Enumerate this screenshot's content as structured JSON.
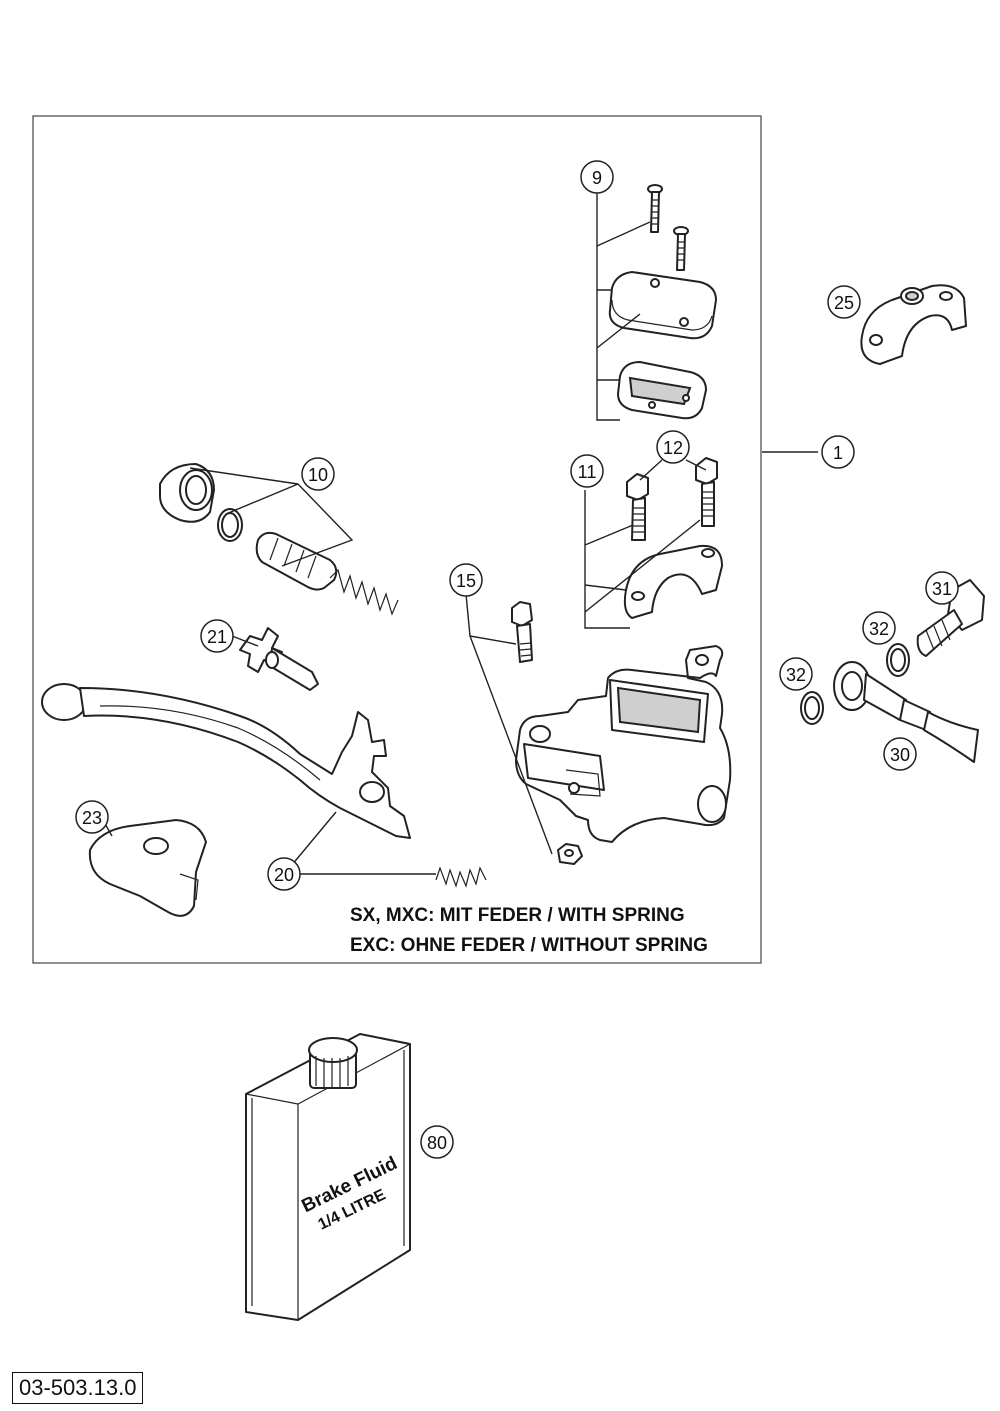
{
  "callouts": {
    "c1": "1",
    "c9": "9",
    "c10": "10",
    "c11": "11",
    "c12": "12",
    "c15": "15",
    "c20": "20",
    "c21": "21",
    "c23": "23",
    "c25": "25",
    "c30": "30",
    "c31": "31",
    "c32a": "32",
    "c32b": "32",
    "c80": "80"
  },
  "notes": {
    "line1": "SX, MXC: MIT FEDER / WITH SPRING",
    "line2": "EXC: OHNE FEDER / WITHOUT SPRING"
  },
  "bottle": {
    "label1": "Brake Fluid",
    "label2": "1/4 LITRE"
  },
  "reference_code": "03-503.13.0"
}
